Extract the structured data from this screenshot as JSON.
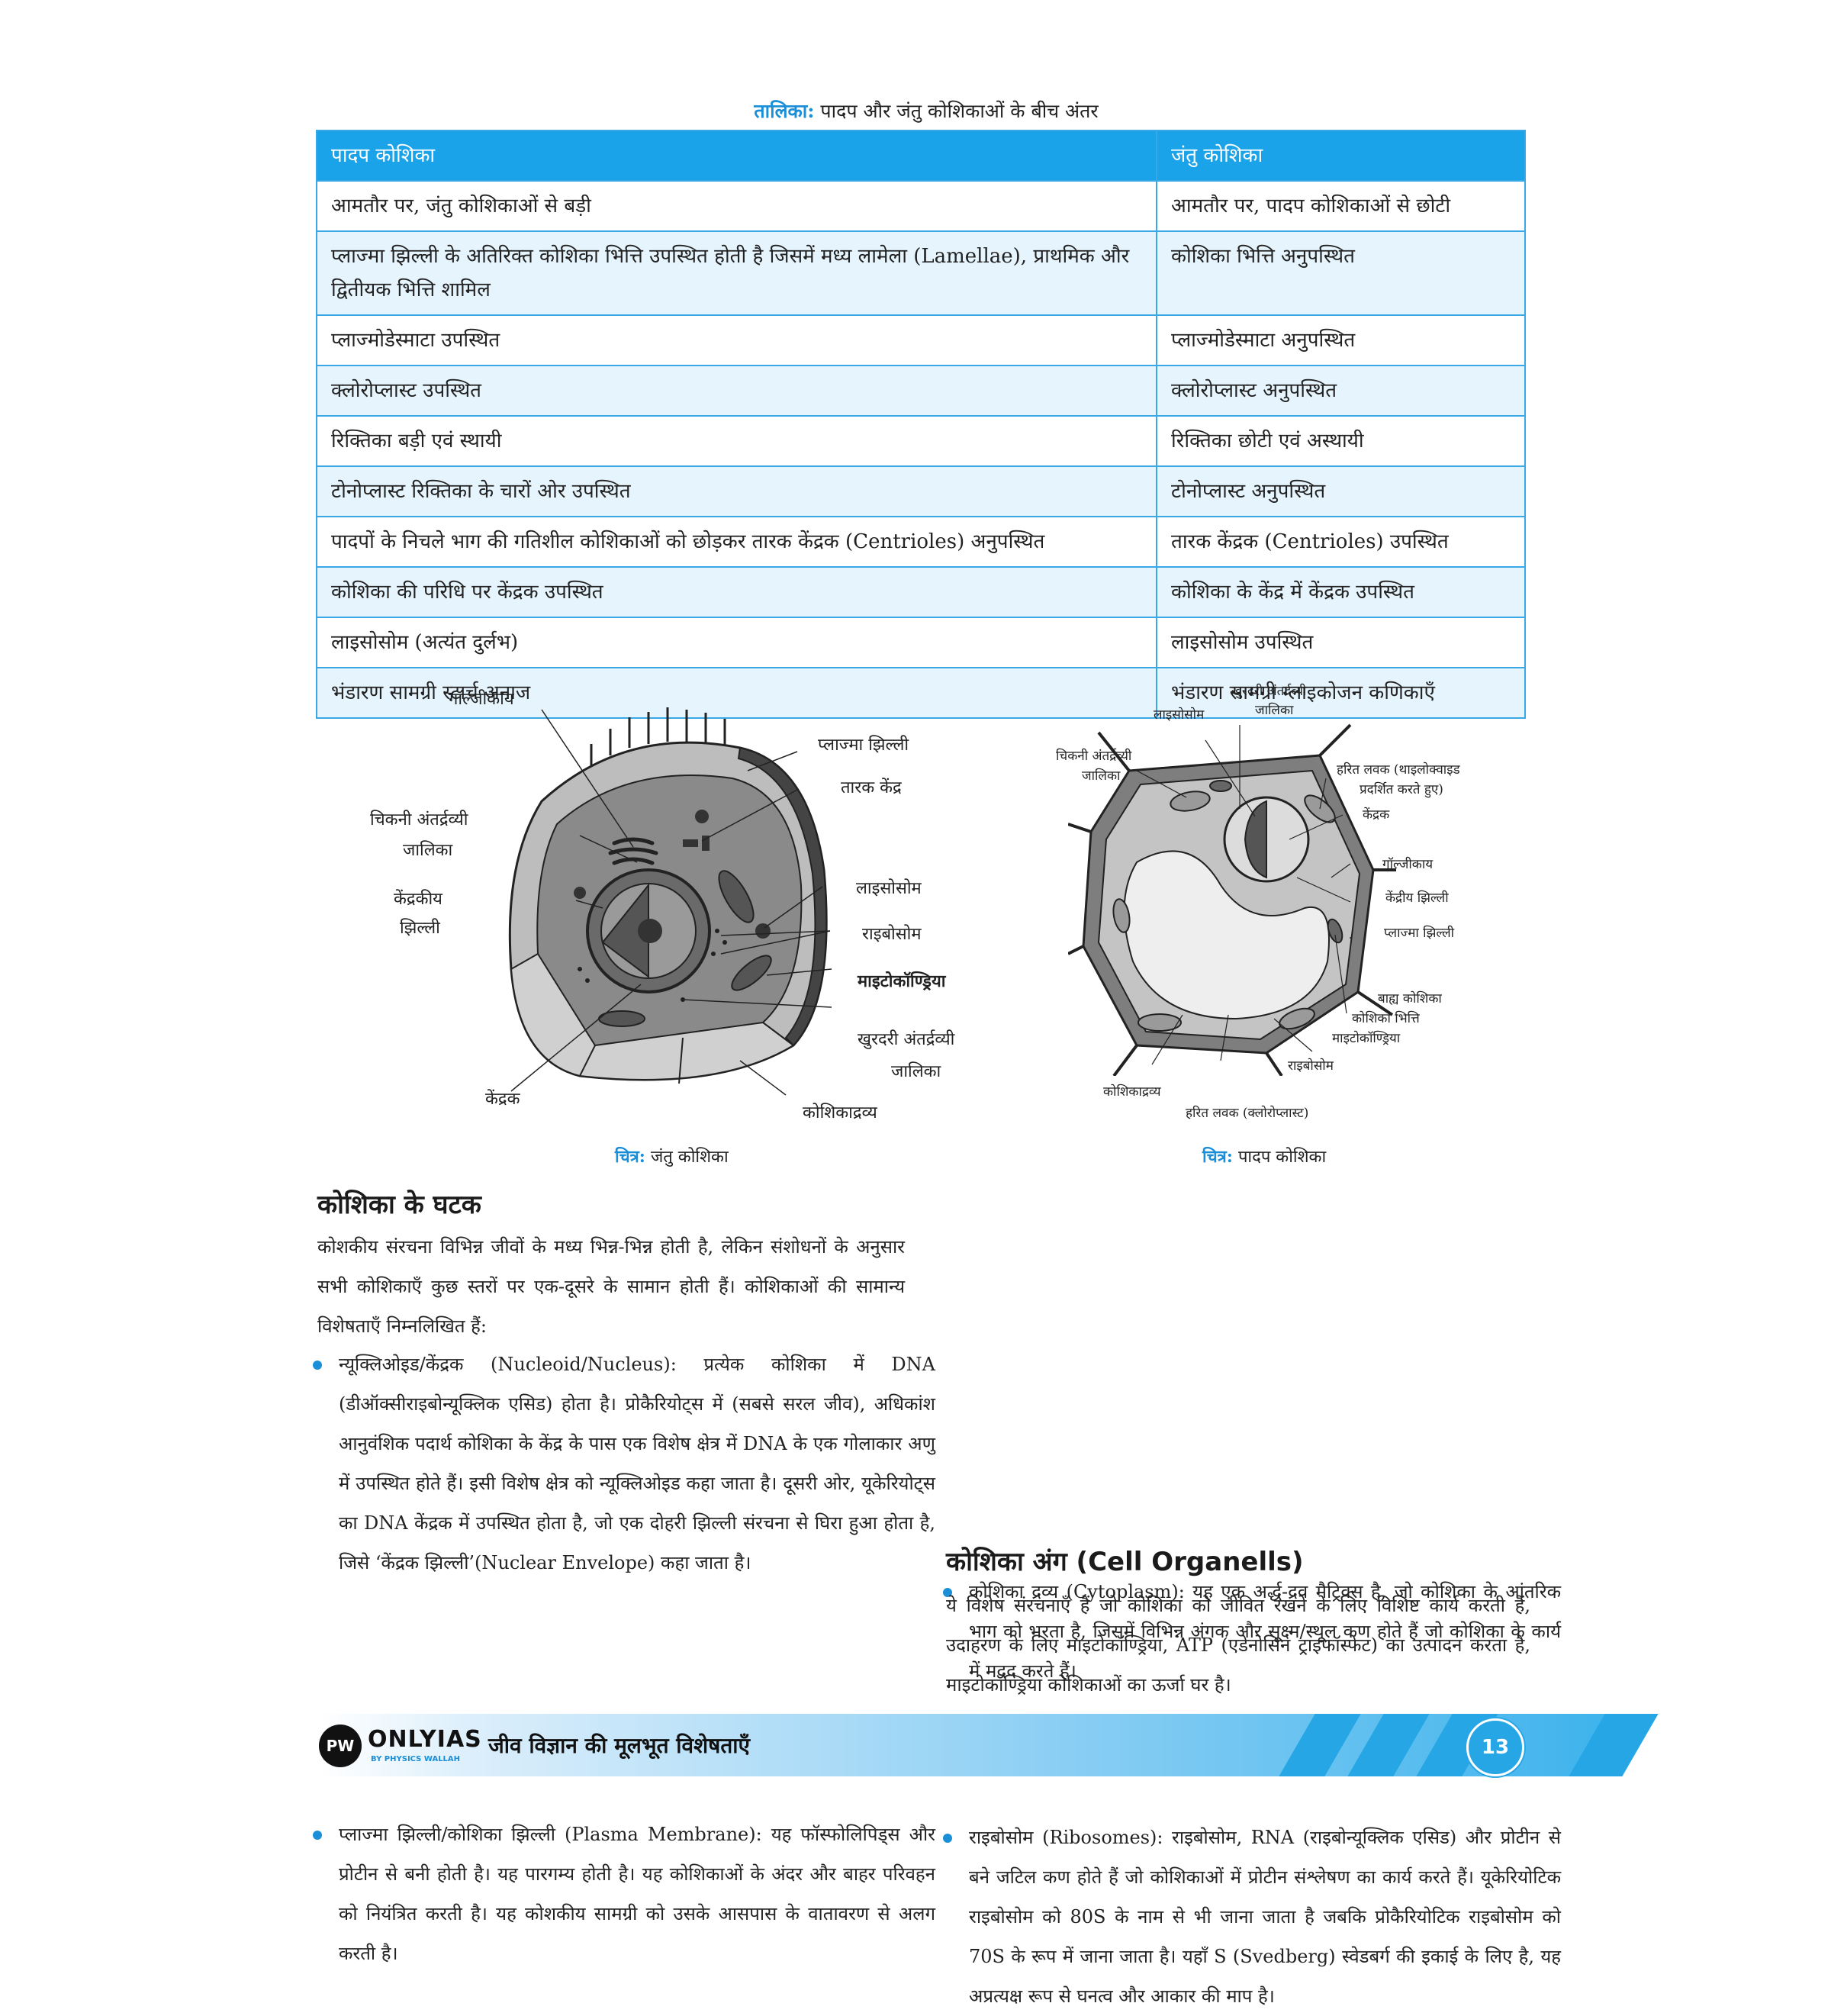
{
  "table": {
    "caption_label": "तालिका:",
    "caption_text": "पादप और जंतु कोशिकाओं के बीच अंतर",
    "headers": [
      "पादप कोशिका",
      "जंतु कोशिका"
    ],
    "rows": [
      [
        "आमतौर पर, जंतु कोशिकाओं से बड़ी",
        "आमतौर पर, पादप कोशिकाओं से छोटी"
      ],
      [
        "प्लाज्मा झिल्ली के अतिरिक्त कोशिका भित्ति उपस्थित होती है जिसमें मध्य लामेला (Lamellae), प्राथमिक और द्वितीयक भित्ति शामिल",
        "कोशिका भित्ति अनुपस्थित"
      ],
      [
        "प्लाज्मोडेस्माटा उपस्थित",
        "प्लाज्मोडेस्माटा अनुपस्थित"
      ],
      [
        "क्लोरोप्लास्ट उपस्थित",
        "क्लोरोप्लास्ट अनुपस्थित"
      ],
      [
        "रिक्तिका बड़ी एवं स्थायी",
        "रिक्तिका छोटी एवं अस्थायी"
      ],
      [
        "टोनोप्लास्ट रिक्तिका के चारों ओर उपस्थित",
        "टोनोप्लास्ट अनुपस्थित"
      ],
      [
        "पादपों के निचले भाग की गतिशील कोशिकाओं को छोड़कर तारक केंद्रक (Centrioles) अनुपस्थित",
        "तारक केंद्रक (Centrioles) उपस्थित"
      ],
      [
        "कोशिका की परिधि पर केंद्रक उपस्थित",
        "कोशिका के केंद्र में केंद्रक उपस्थित"
      ],
      [
        "लाइसोसोम (अत्यंत दुर्लभ)",
        "लाइसोसोम उपस्थित"
      ],
      [
        "भंडारण सामग्री स्टार्च अनाज",
        "भंडारण सामग्री ग्लाइकोजन कणिकाएँ"
      ]
    ]
  },
  "animal_figure": {
    "labels": {
      "golgi": "गॉल्जीकाय",
      "plasma": "प्लाज्मा झिल्ली",
      "centriole": "तारक केंद्र",
      "ser1": "चिकनी अंतर्द्रव्यी",
      "ser2": "जालिका",
      "nm1": "केंद्रकीय",
      "nm2": "झिल्ली",
      "lysosome": "लाइसोसोम",
      "ribosome": "राइबोसोम",
      "mito": "माइटोकॉण्ड्रिया",
      "rer1": "खुरदरी अंतर्द्रव्यी",
      "rer2": "जालिका",
      "nucleus": "केंद्रक",
      "cyto": "कोशिकाद्रव्य"
    },
    "caption_label": "चित्र:",
    "caption_text": "जंतु कोशिका"
  },
  "plant_figure": {
    "labels": {
      "rer1": "खुरदरी अंतर्द्रव्यी",
      "rer2": "जालिका",
      "lysosome": "लाइसोसोम",
      "ser1": "चिकनी अंतर्द्रव्यी",
      "ser2": "जालिका",
      "chloro1": "हरित लवक (थाइलोक्वाइड",
      "chloro2": "प्रदर्शित करते हुए)",
      "nucleus": "केंद्रक",
      "golgi": "गॉल्जीकाय",
      "nm": "केंद्रीय झिल्ली",
      "plasma": "प्लाज्मा झिल्ली",
      "outer1": "बाह्य कोशिका",
      "outer2": "कोशिका भित्ति",
      "mito": "माइटोकॉण्ड्रिया",
      "ribosome": "राइबोसोम",
      "cyto": "कोशिकाद्रव्य",
      "chloroplast": "हरित लवक (क्लोरोप्लास्ट)"
    },
    "caption_label": "चित्र:",
    "caption_text": "पादप कोशिका"
  },
  "left_col": {
    "heading": "कोशिका के घटक",
    "intro": "कोशकीय संरचना विभिन्न जीवों के मध्य भिन्न-भिन्न होती है, लेकिन संशोधनों के अनुसार सभी कोशिकाएँ कुछ स्तरों पर एक-दूसरे के सामान होती हैं। कोशिकाओं की सामान्य विशेषताएँ निम्नलिखित हैं:",
    "bullet1": "न्यूक्लिओइड/केंद्रक (Nucleoid/Nucleus): प्रत्येक कोशिका में DNA (डीऑक्सीराइबोन्यूक्लिक एसिड) होता है। प्रोकैरियोट्स में (सबसे सरल जीव), अधिकांश आनुवंशिक पदार्थ कोशिका के केंद्र के पास एक विशेष क्षेत्र में DNA के एक गोलाकार अणु में उपस्थित होते हैं। इसी विशेष क्षेत्र को न्यूक्लिओइड कहा जाता है। दूसरी ओर, यूकेरियोट्स का DNA केंद्रक में उपस्थित होता है, जो एक दोहरी झिल्ली संरचना से घिरा हुआ होता है, जिसे ‘केंद्रक झिल्ली’(Nuclear Envelope) कहा जाता है।",
    "bullet2": "प्लाज्मा झिल्ली/कोशिका झिल्ली (Plasma Membrane): यह फॉस्फोलिपिड्स और प्रोटीन से बनी होती है। यह पारगम्य होती है। यह कोशिकाओं के अंदर और बाहर परिवहन को नियंत्रित करती है। यह कोशकीय सामग्री को उसके आसपास के वातावरण से अलग करती है।"
  },
  "right_col": {
    "bullet3": "कोशिका द्रव्य (Cytoplasm): यह एक अर्द्ध-द्रव मैट्रिक्स है, जो कोशिका के आंतरिक भाग को भरता है, जिसमें विभिन्न अंगक और सूक्ष्म/स्थूल कण होते हैं जो कोशिका के कार्य में मदद करते हैं।",
    "bullet4": "राइबोसोम (Ribosomes): राइबोसोम, RNA (राइबोन्यूक्लिक एसिड) और प्रोटीन से बने जटिल कण होते हैं जो कोशिकाओं में प्रोटीन संश्लेषण का कार्य करते हैं। यूकेरियोटिक राइबोसोम को 80S के नाम से भी जाना जाता है जबकि प्रोकैरियोटिक राइबोसोम को 70S के रूप में जाना जाता है। यहाँ S (Svedberg) स्वेडबर्ग की इकाई के लिए है, यह अप्रत्यक्ष रूप से घनत्व और आकार की माप है।",
    "heading": "कोशिका अंग (Cell Organells)",
    "para": "ये विशेष संरचनाएँ हैं जो कोशिका को जीवित रखने के लिए विशिष्ट कार्य करती हैं, उदाहरण के लिए माइटोकॉण्ड्रिया, ATP (एडेनोसिन ट्राइफॉस्फेट) का उत्पादन करता है, माइटोकॉण्ड्रिया कोशिकाओं का ऊर्जा घर है।"
  },
  "footer": {
    "brand": "ONLYIAS",
    "brand_sub": "BY PHYSICS WALLAH",
    "logo_letters": "PW",
    "chapter": "जीव विज्ञान की मूलभूत विशेषताएँ",
    "page": "13",
    "accent": "#1a8fd8"
  }
}
